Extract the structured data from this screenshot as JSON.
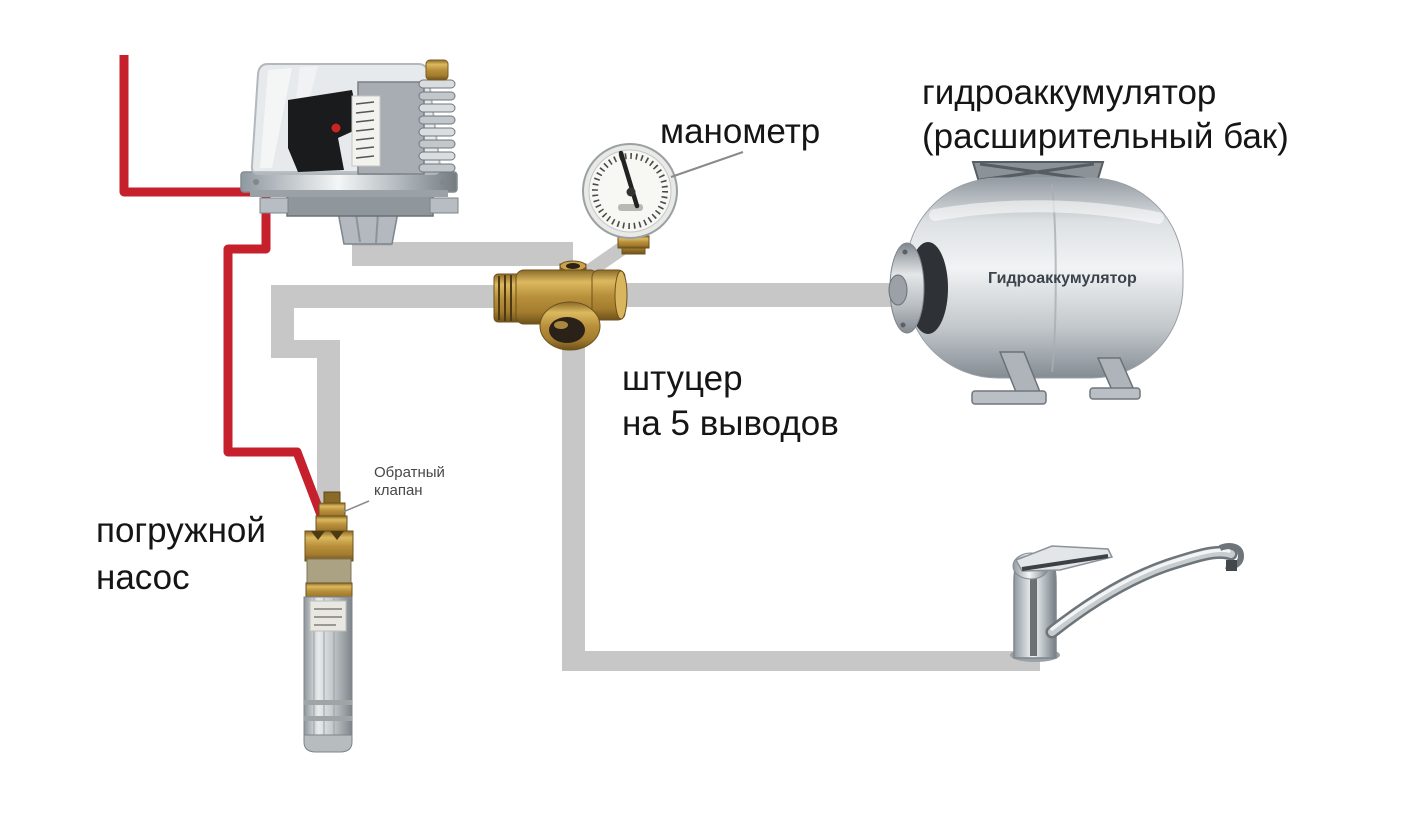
{
  "annotations": {
    "gauge": {
      "text": "манометр"
    },
    "tank": {
      "line1": "гидроаккумулятор",
      "line2": "(расширительный бак)"
    },
    "fitting": {
      "line1": "штуцер",
      "line2": "на 5 выводов"
    },
    "pump": {
      "line1": "погружной",
      "line2": "насос"
    },
    "check_valve": {
      "line1": "Обратный",
      "line2": "клапан"
    }
  },
  "tank": {
    "badge": "Гидроаккумулятор"
  },
  "colors": {
    "background": "#ffffff",
    "pipe_gray": "#c7c7c7",
    "wire_red": "#c5202c",
    "brass": "#b8903c",
    "steel_light": "#e4e7e9",
    "steel_dark": "#878e94",
    "label_text": "#151515",
    "small_label_text": "#474747",
    "tank_badge_text": "#3b434c"
  }
}
